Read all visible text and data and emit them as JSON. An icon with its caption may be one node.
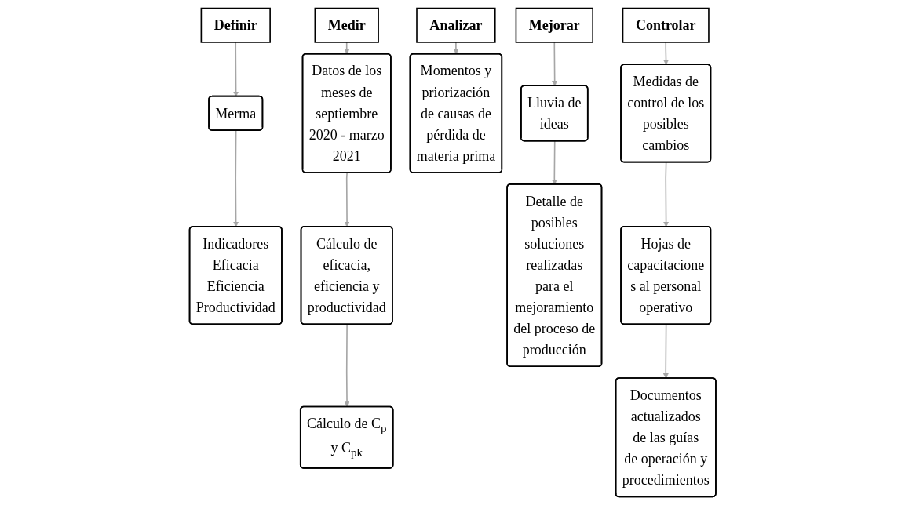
{
  "diagram": {
    "nodes": [
      {
        "text": [
          "Definir"
        ]
      },
      {
        "text": [
          "Merma"
        ]
      },
      {
        "text": [
          "Indicadores",
          "Eficacia",
          "Eficiencia",
          "Productividad"
        ]
      },
      {
        "text": [
          "Medir"
        ]
      },
      {
        "text": [
          "Datos de los meses de septiembre 2020 - marzo 2021"
        ]
      },
      {
        "text": [
          "Cálculo de eficacia, eficiencia y productividad"
        ]
      },
      {
        "text": [
          "Cálculo de C$_{p}$ y C$_{pk}$"
        ]
      },
      {
        "text": [
          "Analizar"
        ]
      },
      {
        "text": [
          "Momentos y priorización de causas de pérdida de materia prima"
        ]
      },
      {
        "text": [
          "Mejorar"
        ]
      },
      {
        "text": [
          "Lluvia de ideas"
        ]
      },
      {
        "text": [
          "Detalle de posibles soluciones realizadas para el mejoramiento del proceso de producción"
        ]
      },
      {
        "text": [
          "Controlar"
        ]
      },
      {
        "text": [
          "Medidas de control de los posibles cambios"
        ]
      },
      {
        "text": [
          "Hojas de capacitacione s al personal operativo"
        ]
      },
      {
        "text": [
          "Documentos actualizados de las guías de operación y procedimientos"
        ]
      }
    ],
    "edges": [
      {
        "from": 0,
        "to": 1,
        "arrow": "to"
      },
      {
        "from": 1,
        "to": 2,
        "arrow": "to"
      },
      {
        "from": 3,
        "to": 4,
        "arrow": "to"
      },
      {
        "from": 4,
        "to": 5,
        "arrow": "to"
      },
      {
        "from": 5,
        "to": 6,
        "arrow": "to"
      },
      {
        "from": 7,
        "to": 8,
        "arrow": "to"
      },
      {
        "from": 9,
        "to": 10,
        "arrow": "to"
      },
      {
        "from": 10,
        "to": 11,
        "arrow": "to"
      },
      {
        "from": 12,
        "to": 13,
        "arrow": "to"
      },
      {
        "from": 13,
        "to": 14,
        "arrow": "to"
      },
      {
        "from": 14,
        "to": 15,
        "arrow": "to"
      }
    ]
  }
}
